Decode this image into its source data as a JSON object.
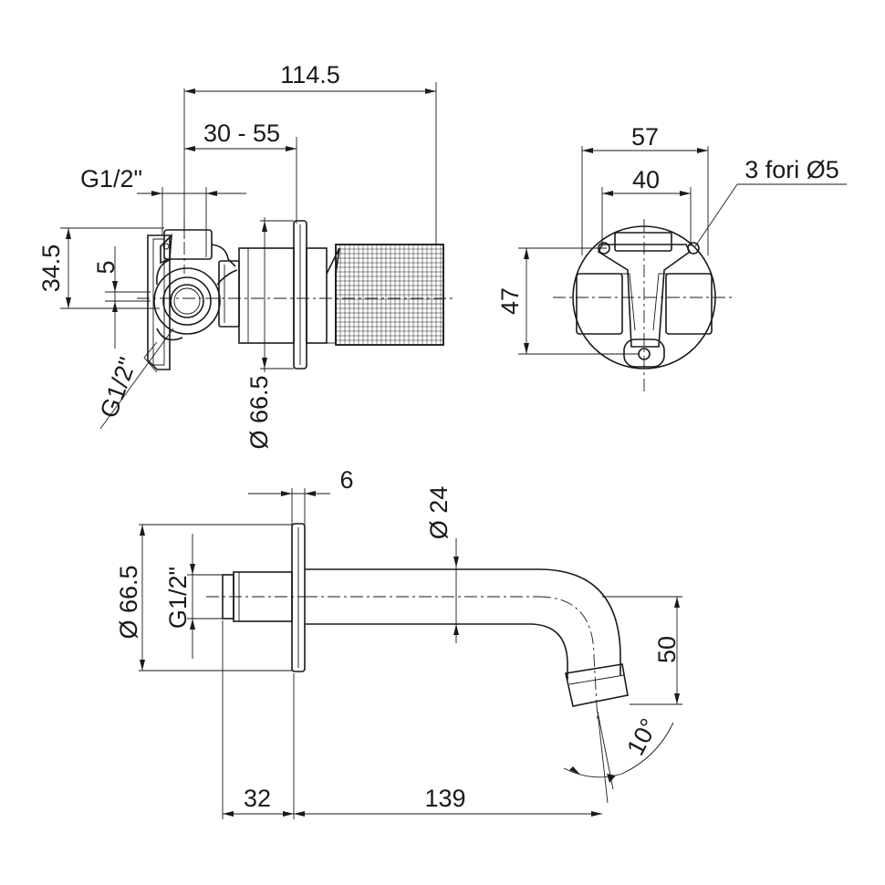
{
  "drawing": {
    "top_left_view": {
      "dim_total_length": "114.5",
      "dim_wall_range": "30 - 55",
      "dim_inlet_thread": "G1/2\"",
      "dim_body_height": "34.5",
      "dim_offset": "5",
      "dim_outlet_thread": "G1/2\"",
      "dim_plate_diameter": "Ø 66.5"
    },
    "top_right_view": {
      "dim_plate_width": "57",
      "dim_hole_spacing": "40",
      "dim_holes_label": "3 fori Ø5",
      "dim_height": "47"
    },
    "bottom_view": {
      "dim_plate_thickness": "6",
      "dim_spout_diameter": "Ø 24",
      "dim_plate_diameter": "Ø 66.5",
      "dim_thread": "G1/2\"",
      "dim_drop": "50",
      "dim_angle": "10°",
      "dim_connector_length": "32",
      "dim_spout_length": "139"
    }
  }
}
